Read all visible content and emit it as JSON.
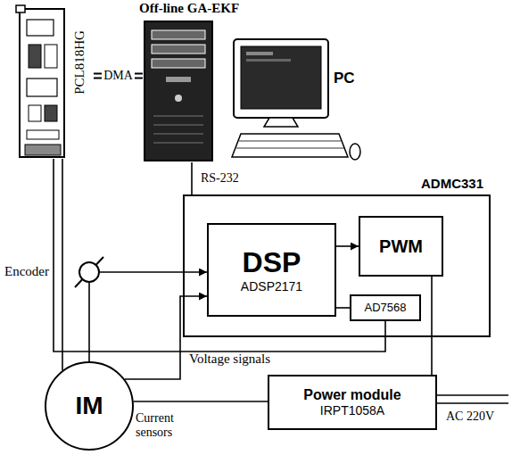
{
  "diagram": {
    "nodes": [
      {
        "text": [
          "PCL818HG"
        ]
      },
      {
        "text": [
          "Off-line GA-EKF"
        ]
      },
      {
        "text": [
          "PC"
        ]
      },
      {
        "text": [
          "ADMC331"
        ]
      },
      {
        "text": [
          "DSP",
          "ADSP2171"
        ],
        "in": 3
      },
      {
        "text": [
          "PWM"
        ],
        "in": 3
      },
      {
        "text": [
          "AD7568"
        ],
        "in": 3
      },
      {
        "text": [
          "Encoder"
        ]
      },
      {
        "text": [
          "IM"
        ]
      },
      {
        "text": [
          "Power module",
          "IRPT1058A"
        ]
      }
    ],
    "edges": [
      {
        "from": 0,
        "to": 1,
        "label": "DMA",
        "arrow": "none"
      },
      {
        "from": 1,
        "to": 3,
        "label": "RS-232",
        "arrow": "none"
      },
      {
        "from": 7,
        "to": 4,
        "arrow": "to"
      },
      {
        "from": 8,
        "to": 7,
        "arrow": "none"
      },
      {
        "from": 0,
        "to": 8,
        "arrow": "none"
      },
      {
        "from": 8,
        "to": 4,
        "arrow": "to"
      },
      {
        "from": 4,
        "to": 5,
        "arrow": "to"
      },
      {
        "from": 4,
        "to": 6,
        "arrow": "none"
      },
      {
        "from": 6,
        "to": 0,
        "arrow": "none"
      },
      {
        "from": 5,
        "to": 9,
        "arrow": "none"
      },
      {
        "from": 9,
        "to": 8,
        "arrow": "none"
      }
    ],
    "labels": [
      "Voltage signals",
      "Current sensors",
      "AC 220V"
    ]
  }
}
